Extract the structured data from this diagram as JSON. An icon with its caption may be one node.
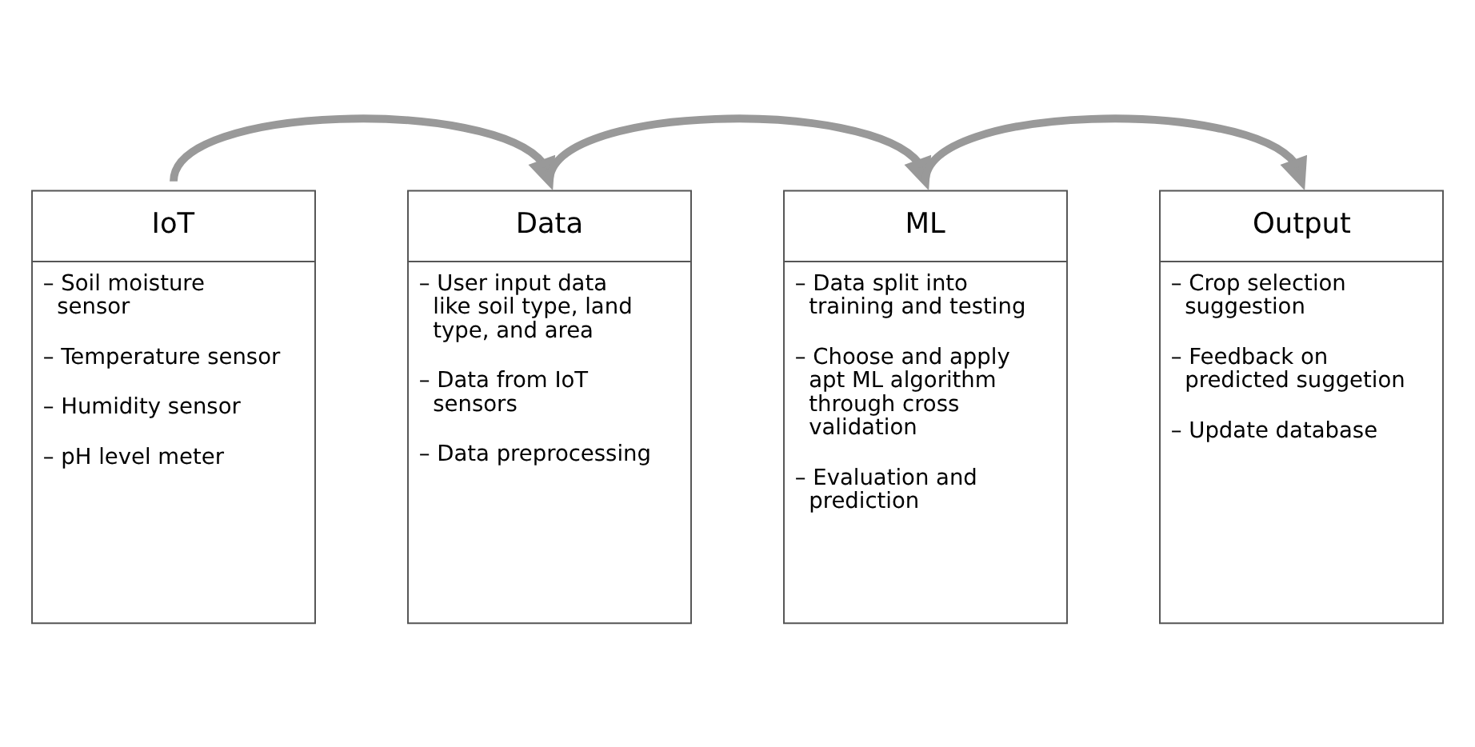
{
  "diagram": {
    "nodes": [
      {
        "text": [
          "IoT",
          "– Soil moisture sensor",
          "– Temperature sensor",
          "– Humidity sensor",
          "– pH level meter"
        ]
      },
      {
        "text": [
          "Data",
          "– User input data like soil type, land type, and area",
          "– Data from IoT sensors",
          "– Data preprocessing"
        ]
      },
      {
        "text": [
          "ML",
          "– Data split into training and testing",
          "– Choose and apply apt ML algorithm through cross validation",
          "– Evaluation and prediction"
        ]
      },
      {
        "text": [
          "Output",
          "– Crop selection suggestion",
          "– Feedback on predicted suggetion",
          "– Update database"
        ]
      }
    ],
    "edges": [
      {
        "from": 0,
        "to": 1,
        "arrow": "to"
      },
      {
        "from": 1,
        "to": 2,
        "arrow": "to"
      },
      {
        "from": 2,
        "to": 3,
        "arrow": "to"
      }
    ]
  }
}
